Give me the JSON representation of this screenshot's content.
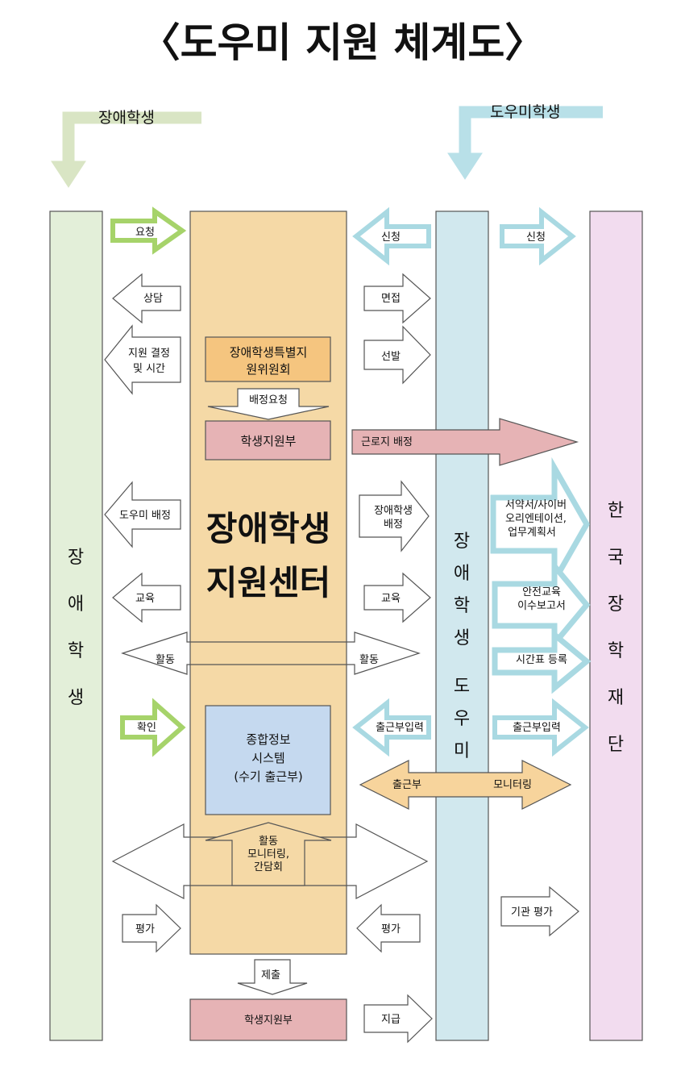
{
  "title": "〈도우미 지원 체계도〉",
  "headers": {
    "disabled_student": "장애학생",
    "helper_student": "도우미학생"
  },
  "columns": {
    "disabled_student": [
      "장",
      "애",
      "학",
      "생"
    ],
    "helper": [
      "장",
      "애",
      "학",
      "생",
      "도",
      "우",
      "미"
    ],
    "foundation": [
      "한",
      "국",
      "장",
      "학",
      "재",
      "단"
    ]
  },
  "center": {
    "line1": "장애학생",
    "line2": "지원센터"
  },
  "boxes": {
    "committee": [
      "장애학생특별지",
      "원위원회"
    ],
    "student_support": "학생지원부",
    "info_system": [
      "종합정보",
      "시스템",
      "(수기 출근부)"
    ],
    "student_support_bottom": "학생지원부"
  },
  "arrows": {
    "request": "요청",
    "apply_left": "신청",
    "apply_right": "신청",
    "consult": "상담",
    "interview": "면접",
    "decision": [
      "지원 결정",
      "및 시간"
    ],
    "selection": "선발",
    "assign_request": "배정요청",
    "workplace": "근로지 배정",
    "helper_assign": "도우미 배정",
    "student_assign": [
      "장애학생",
      "배정"
    ],
    "pledge": [
      "서약서/사이버",
      "오리엔테이션,",
      "업무계획서"
    ],
    "edu_left": "교육",
    "edu_right": "교육",
    "safety": [
      "안전교육",
      "이수보고서"
    ],
    "activity_left": "활동",
    "activity_right": "활동",
    "timetable": "시간표 등록",
    "confirm": "확인",
    "attend_left": "출근부입력",
    "attend_right": "출근부입력",
    "attendance": "출근부",
    "monitoring": "모니터링",
    "activity_monitor": [
      "활동",
      "모니터링,",
      "간담회"
    ],
    "eval_left": "평가",
    "eval_right": "평가",
    "inst_eval": "기관 평가",
    "submit": "제출",
    "pay": "지급"
  },
  "colors": {
    "green": "#a6d36a",
    "blue": "#a9d9e2",
    "orange": "#f5d9a6",
    "pink": "#e6b3b5",
    "lavender": "#f2dcef",
    "infobox": "#c5d9ef"
  }
}
